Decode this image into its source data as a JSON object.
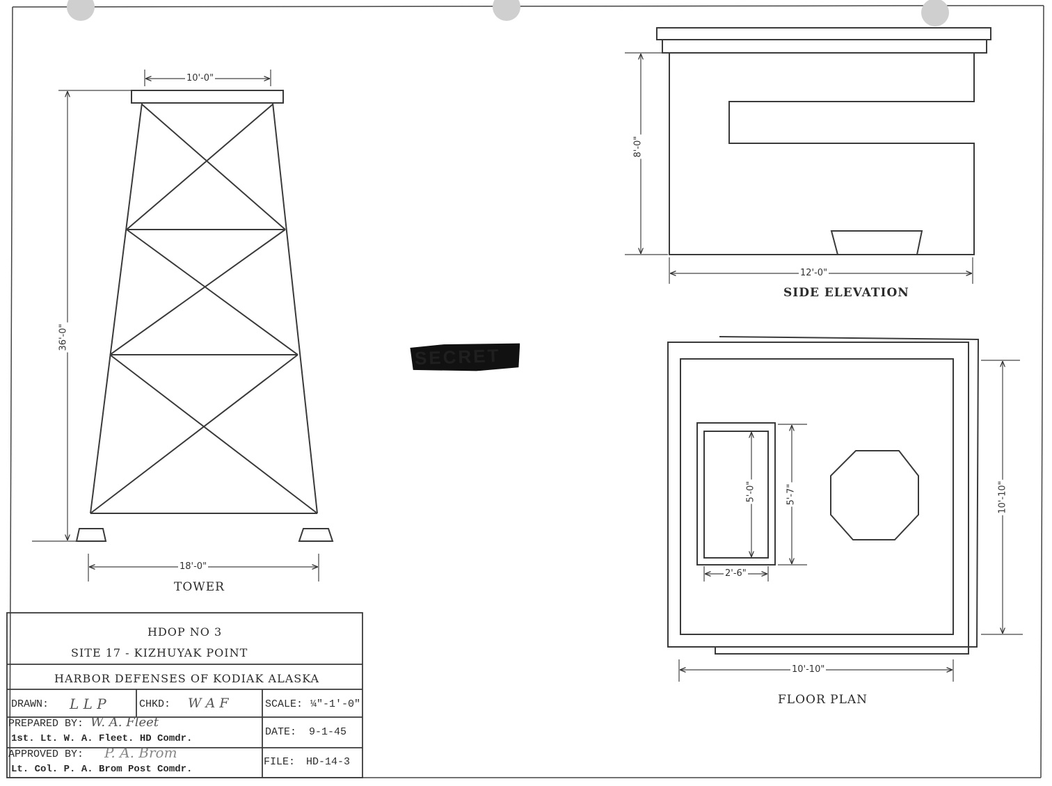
{
  "tower": {
    "label": "TOWER",
    "dim_top": "10'-0\"",
    "dim_height": "36'-0\"",
    "dim_base": "18'-0\""
  },
  "side_elevation": {
    "label": "SIDE ELEVATION",
    "dim_height": "8'-0\"",
    "dim_width": "12'-0\""
  },
  "floor_plan": {
    "label": "FLOOR PLAN",
    "dim_width": "10'-10\"",
    "dim_depth": "10'-10\"",
    "dim_hatch_outer": "5'-7\"",
    "dim_hatch_inner": "5'-0\"",
    "dim_hatch_width": "2'-6\""
  },
  "stamp": {
    "text": "SECRET"
  },
  "title_block": {
    "line1": "HDOP NO 3",
    "line2": "SITE 17 - KIZHUYAK POINT",
    "line3": "HARBOR DEFENSES OF KODIAK ALASKA",
    "drawn_label": "DRAWN:",
    "drawn_value": "L L P",
    "chkd_label": "CHKD:",
    "chkd_value": "W A F",
    "scale_label": "SCALE:",
    "scale_value": "¼\"-1'-0\"",
    "prepared_label": "PREPARED BY:",
    "prepared_sig": "W. A. Fleet",
    "prepared_name": "1st. Lt. W. A. Fleet.   HD Comdr.",
    "date_label": "DATE:",
    "date_value": "9-1-45",
    "approved_label": "APPROVED BY:",
    "approved_sig": "P. A. Brom",
    "approved_name": "Lt. Col. P. A. Brom   Post Comdr.",
    "file_label": "FILE:",
    "file_value": "HD-14-3"
  }
}
